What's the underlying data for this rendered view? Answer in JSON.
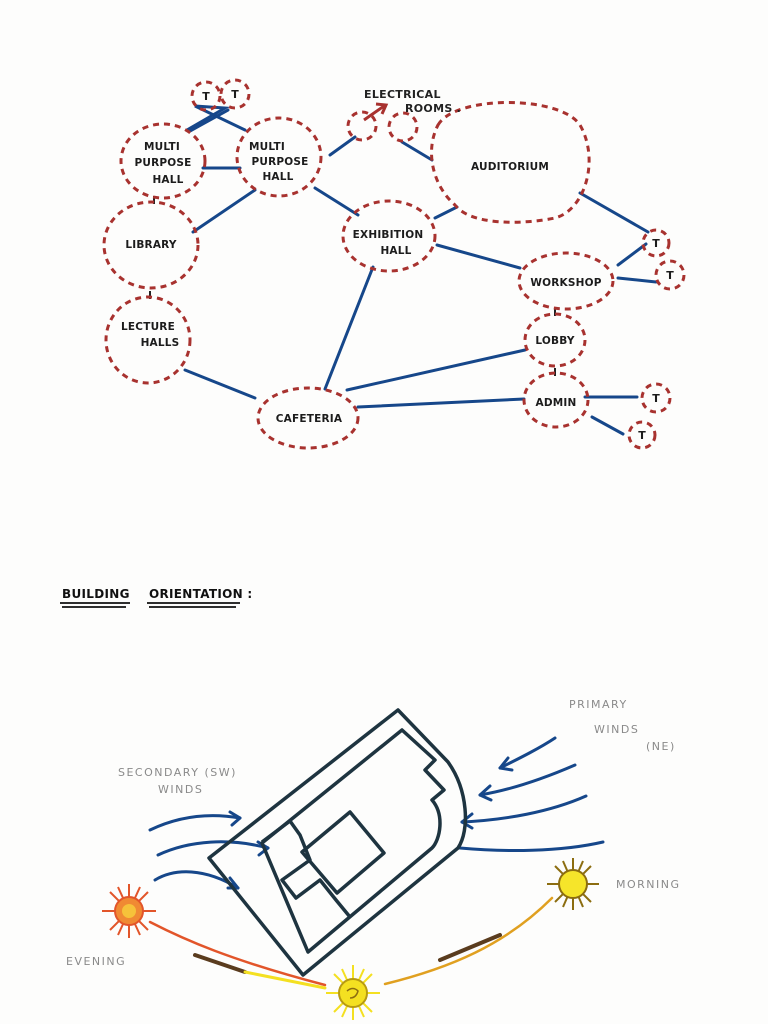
{
  "bubbles": {
    "multi_purpose_hall_1": [
      "MULTI",
      "PURPOSE",
      "HALL"
    ],
    "multi_purpose_hall_2": [
      "MULTI",
      "PURPOSE",
      "HALL"
    ],
    "library": "LIBRARY",
    "lecture_halls": [
      "LECTURE",
      "HALLS"
    ],
    "cafeteria": "CAFETERIA",
    "exhibition_hall": [
      "EXHIBITION",
      "HALL"
    ],
    "auditorium": "AUDITORIUM",
    "workshop": "WORKSHOP",
    "lobby": "LOBBY",
    "admin": "ADMIN",
    "toilet": "T"
  },
  "annotations": {
    "electrical_rooms": [
      "ELECTRICAL",
      "ROOMS ."
    ]
  },
  "orientation": {
    "heading_word1": "BUILDING",
    "heading_word2": "ORIENTATION :",
    "primary_winds": [
      "PRIMARY",
      "WINDS",
      "(NE)"
    ],
    "secondary_winds": [
      "SECONDARY (SW)",
      "WINDS"
    ],
    "morning": "MORNING",
    "evening": "EVENING"
  },
  "colors": {
    "bubble_outline": "#a8322f",
    "connector": "#16478a",
    "building_outline": "#1e3440",
    "sun_evening": "#e2552a",
    "sun_noon": "#f4e021",
    "sun_morning": "#e8c21e"
  }
}
